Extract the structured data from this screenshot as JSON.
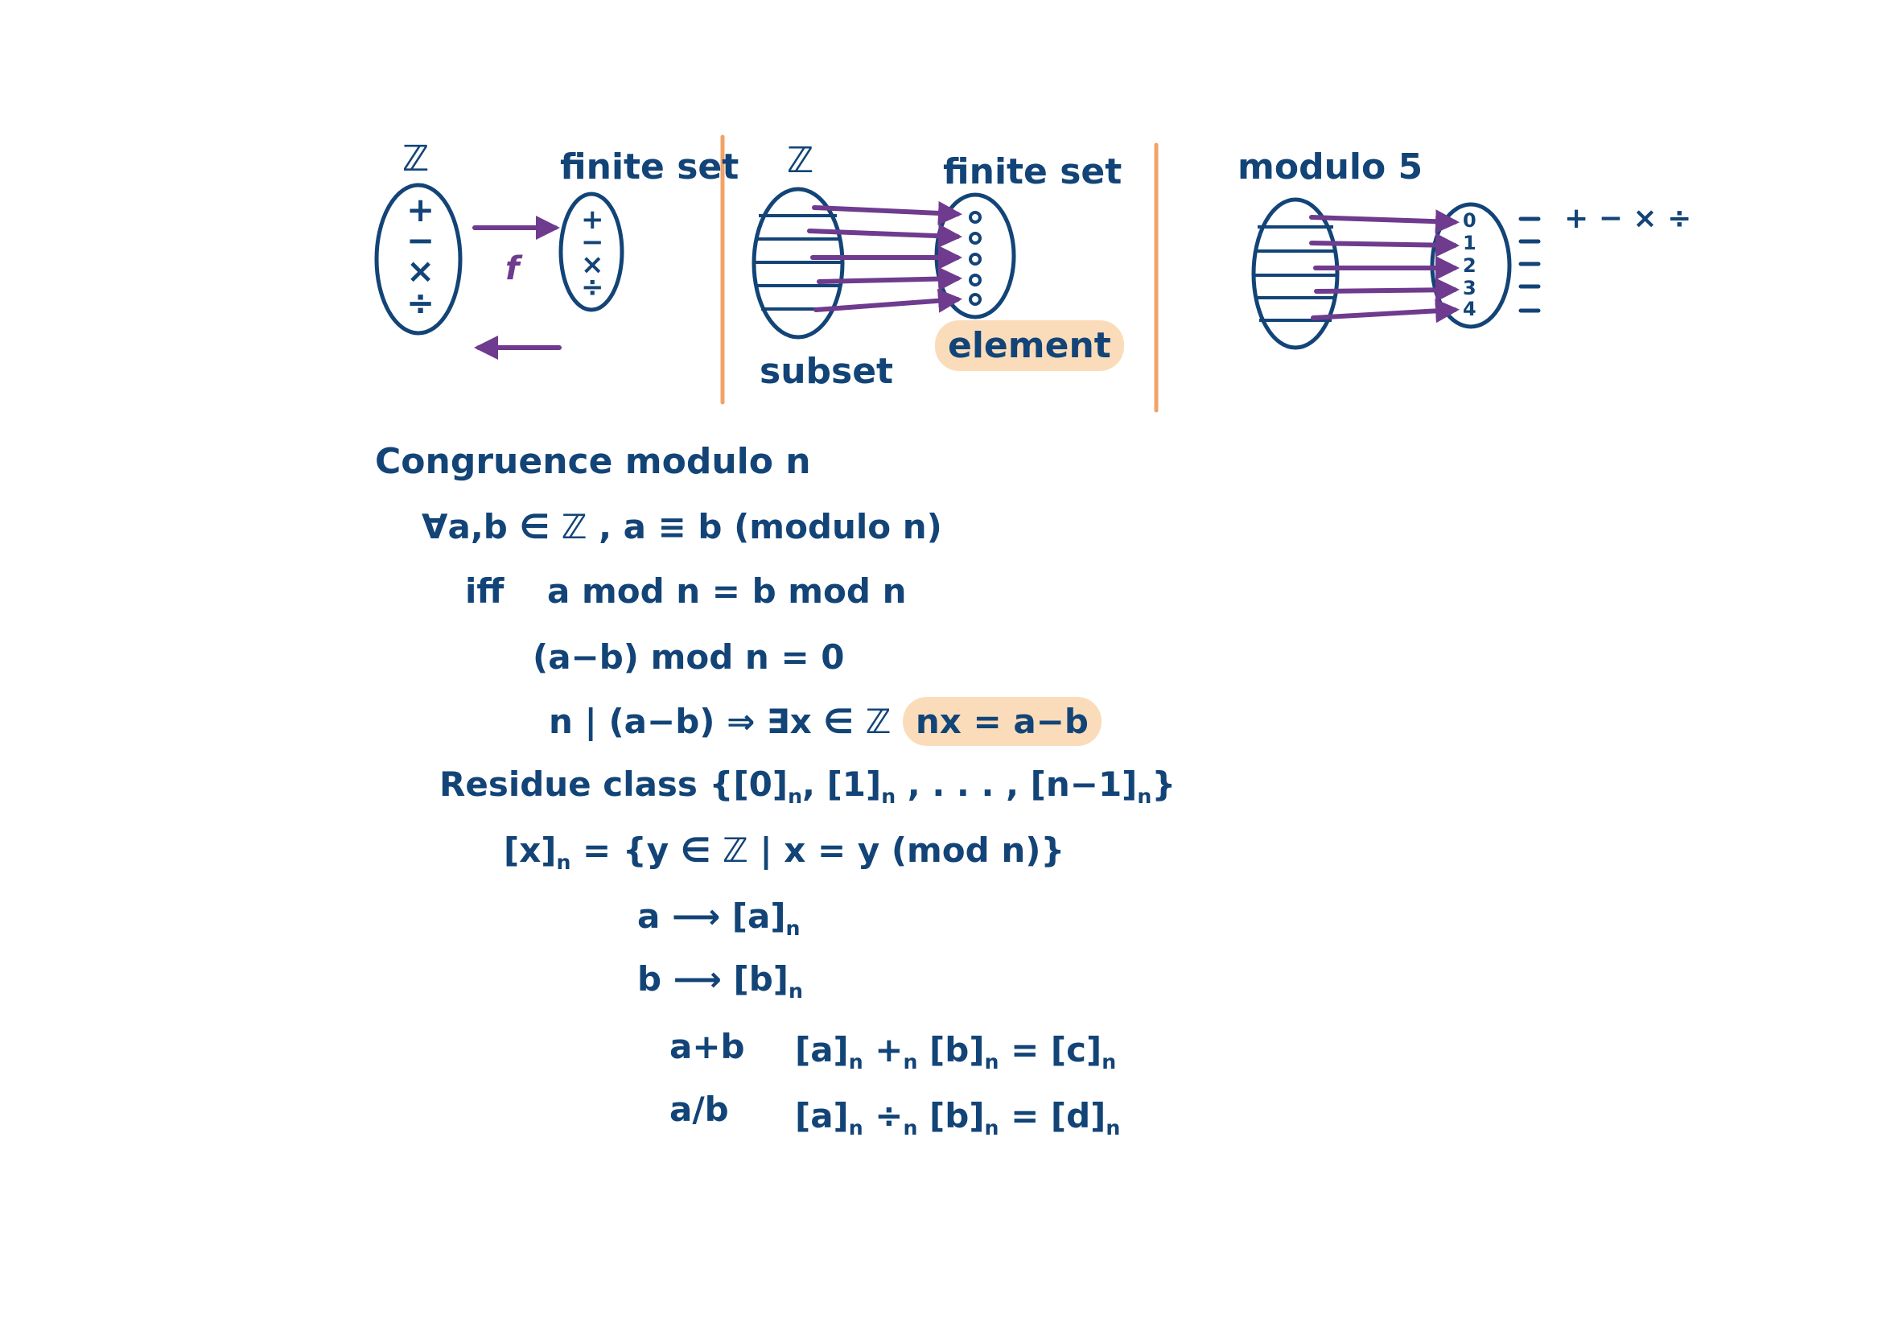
{
  "colors": {
    "ink": "#134477",
    "arrow": "#6e3b8e",
    "divider": "#f0a36a",
    "highlight": "#fbdcba"
  },
  "panel1": {
    "left_label": "ℤ",
    "right_label": "finite set",
    "ops": [
      "+",
      "−",
      "×",
      "÷"
    ],
    "map_label": "f"
  },
  "panel2": {
    "left_label": "ℤ",
    "right_label": "finite set",
    "subset_label": "subset",
    "element_label": "element",
    "elements": [
      "o",
      "o",
      "o",
      "o",
      "o"
    ]
  },
  "panel3": {
    "title": "modulo 5",
    "residues": [
      "0",
      "1",
      "2",
      "3",
      "4"
    ],
    "ops": "+ − × ÷"
  },
  "notes": {
    "heading": "Congruence  modulo  n",
    "line1": "∀a,b ∈ ℤ ,  a ≡ b  (modulo n)",
    "line2a": "iff",
    "line2b": "a mod  n  =  b  mod  n",
    "line3": "(a−b) mod n  =  0",
    "line4a": "n | (a−b)  ⇒  ∃x ∈ ℤ",
    "line4b": "nx = a−b",
    "line5a": "Residue  class  {[0]",
    "line5b": "n",
    "line5c": ", [1]",
    "line5d": "n",
    "line5e": " , . . . , [n−1]",
    "line5f": "n",
    "line5g": "}",
    "line6a": "[x]",
    "line6b": "n",
    "line6c": " = {y ∈ ℤ | x = y  (mod  n)}",
    "line7a": "a ⟶ [a]",
    "line7b": "n",
    "line8a": "b ⟶ [b]",
    "line8b": "n",
    "line9a": "a+b",
    "line9b1": "[a]",
    "line9b2": "n",
    "line9b3": " +",
    "line9b4": "n",
    "line9b5": " [b]",
    "line9b6": "n",
    "line9b7": "  =  [c]",
    "line9b8": "n",
    "line10a": "a/b",
    "line10b1": "[a]",
    "line10b2": "n",
    "line10b3": " ÷",
    "line10b4": "n",
    "line10b5": " [b]",
    "line10b6": "n",
    "line10b7": "  =  [d]",
    "line10b8": "n"
  }
}
